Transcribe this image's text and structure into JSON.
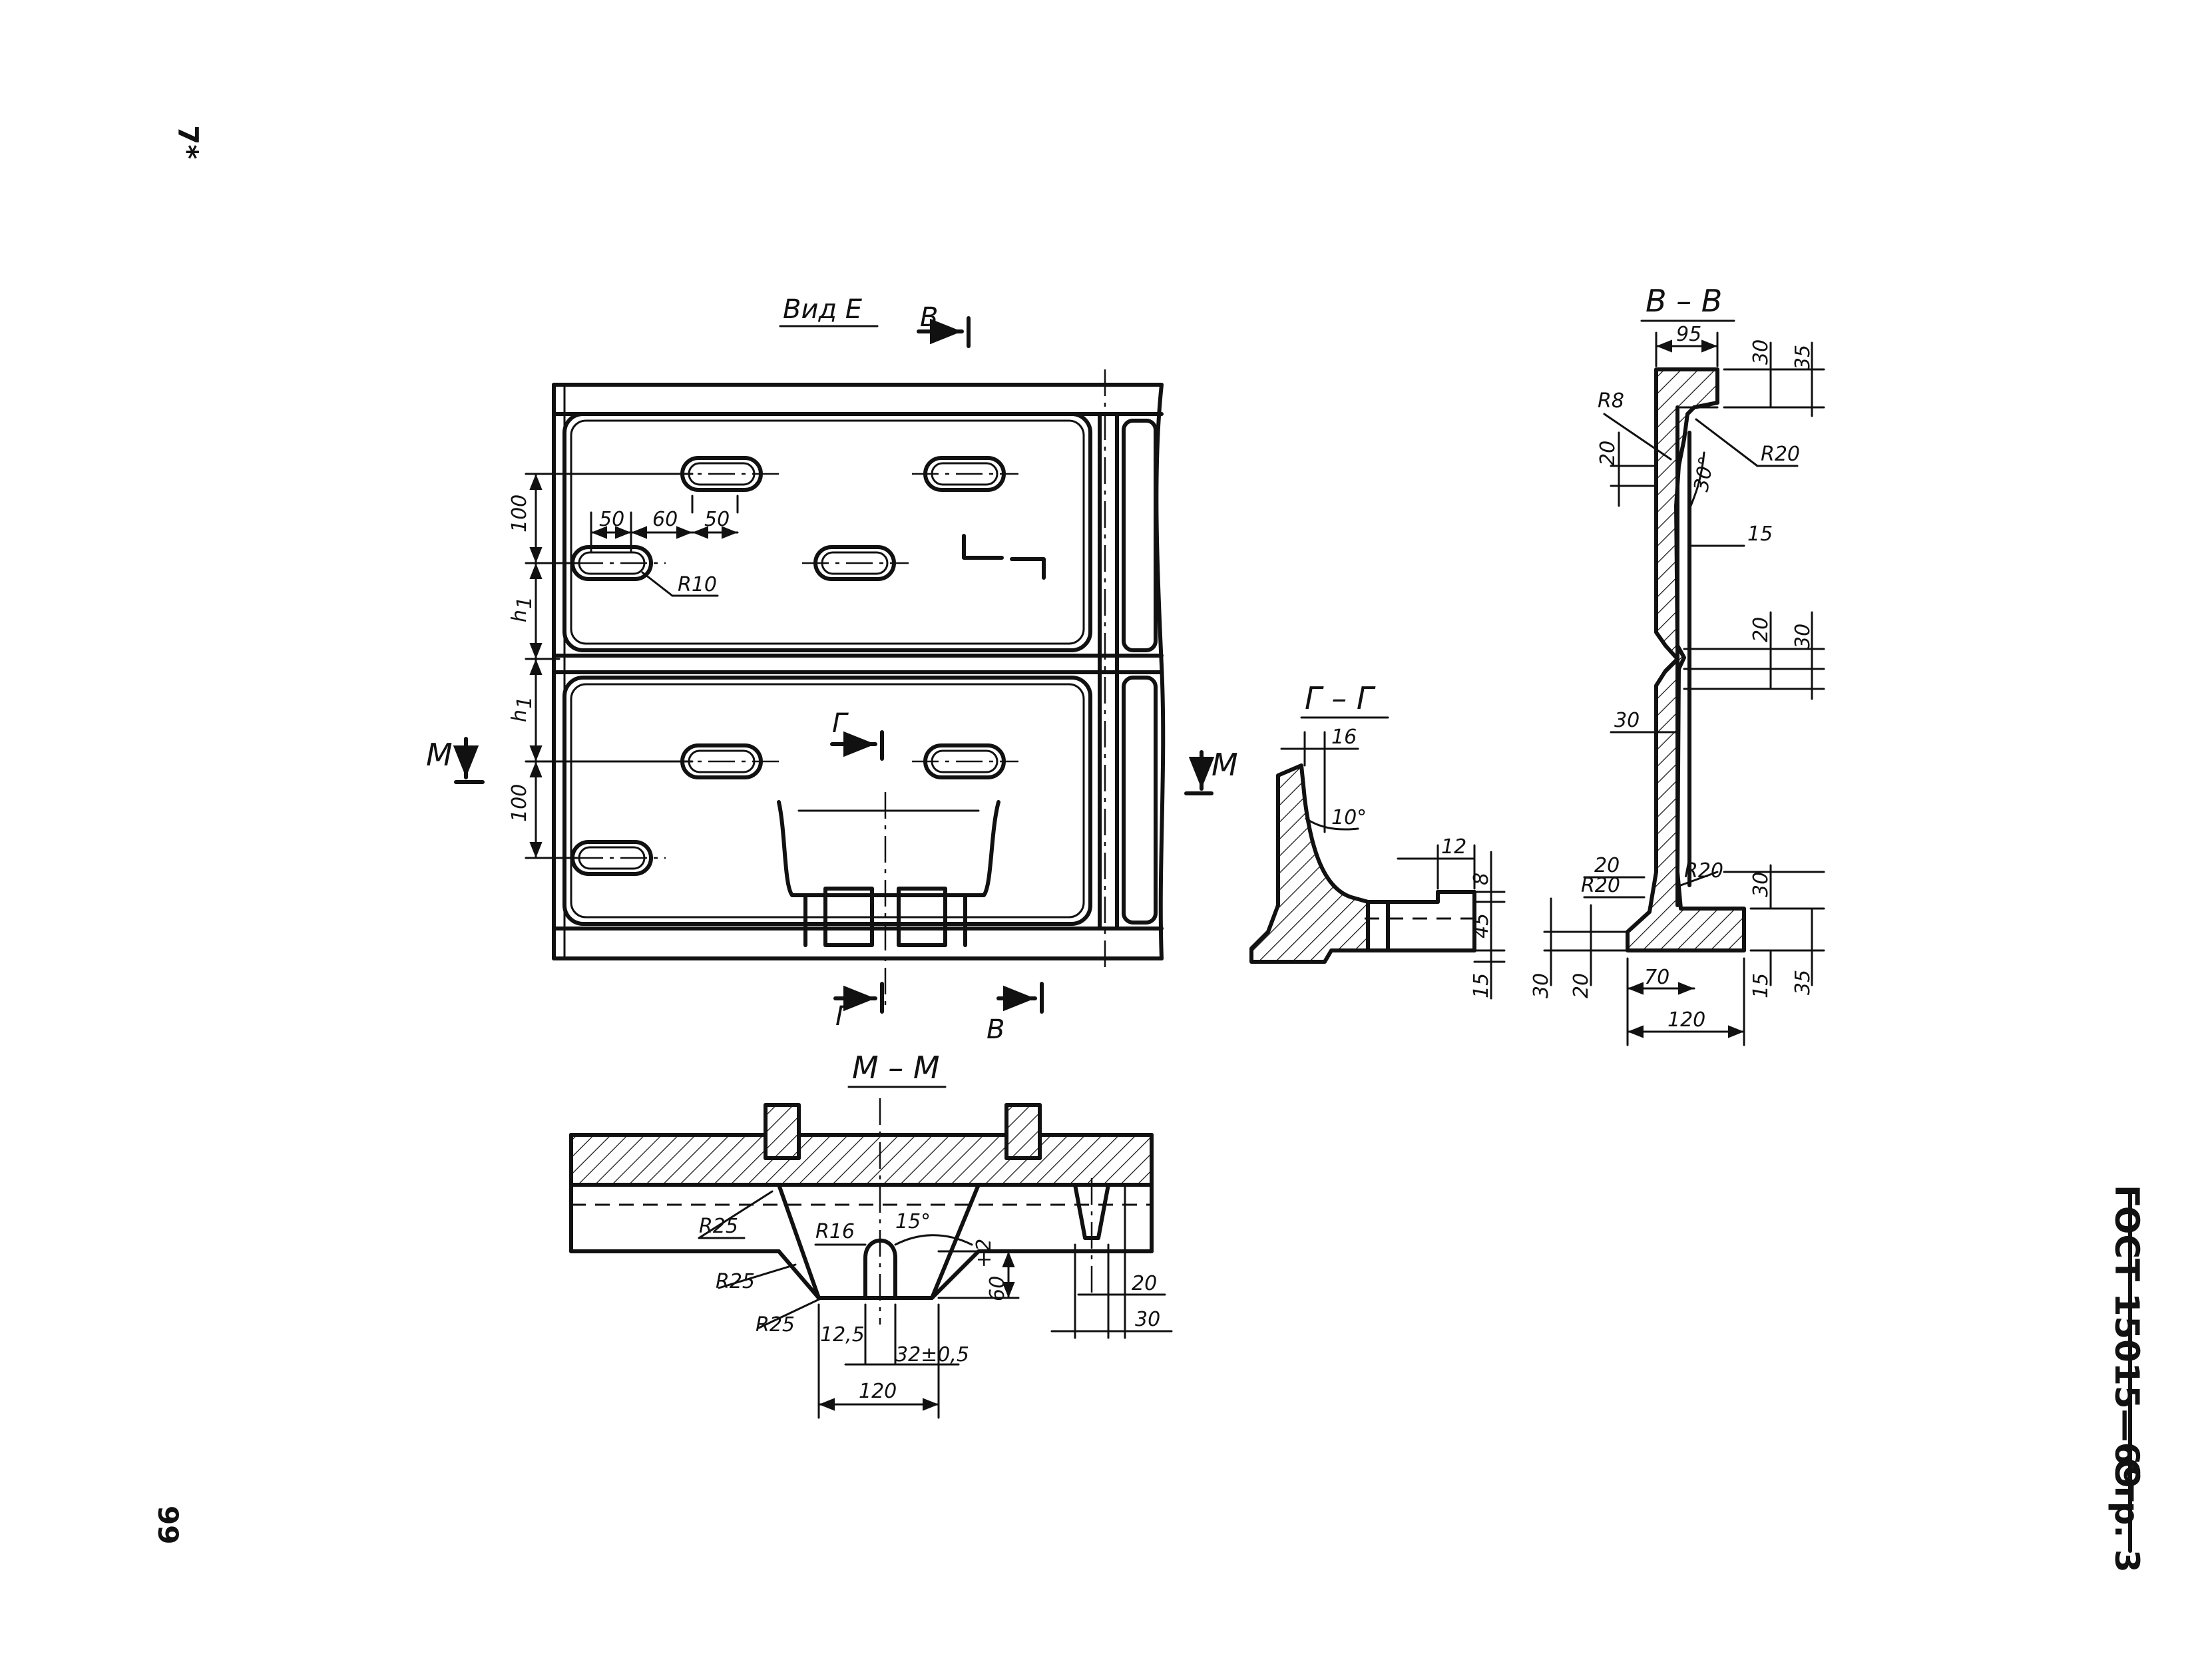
{
  "page": {
    "corner_mark": "7*",
    "page_number": "99",
    "standard": "ГОСТ 15015—69",
    "sheet": "Стр. 3"
  },
  "view_e": {
    "title": "Вид Е",
    "section_b_top": "В",
    "section_b_bottom": "В",
    "section_g_top": "Г",
    "section_g_bottom": "Г",
    "section_m_left": "М",
    "section_m_right": "М",
    "dims": {
      "d100_top": "100",
      "h1_top": "h",
      "h1_top_sub": "1",
      "h1_bottom": "h",
      "h1_bottom_sub": "1",
      "d100_bottom": "100",
      "d50_a": "50",
      "d60": "60",
      "d50_b": "50",
      "r10": "R10"
    }
  },
  "section_bb": {
    "title": "В – В",
    "dims": {
      "w95": "95",
      "t30_top": "30",
      "t35_top": "35",
      "r8": "R8",
      "d20_left": "20",
      "a30": "30°",
      "r20_top": "R20",
      "d15": "15",
      "d20_mid": "20",
      "d30_mid": "30",
      "d30_web": "30",
      "d20_low": "20",
      "r20_low_right": "R20",
      "r20_low_left": "R20",
      "d30_right_low": "30",
      "d30_bl": "30",
      "d20_bl": "20",
      "d70": "70",
      "d15_br": "15",
      "d35_br": "35",
      "d120": "120"
    }
  },
  "section_gg": {
    "title": "Г – Г",
    "dims": {
      "d16": "16",
      "a10": "10°",
      "d12": "12",
      "d8": "8",
      "d45": "45",
      "d15": "15"
    }
  },
  "section_mm": {
    "title": "М – М",
    "dims": {
      "r25_a": "R25",
      "r25_b": "R25",
      "r25_c": "R25",
      "r16": "R16",
      "a15": "15°",
      "d60": "60",
      "d60_tol": "+2",
      "d12_5": "12,5",
      "d32": "32±0,5",
      "d120": "120",
      "d20": "20",
      "d30": "30"
    }
  }
}
